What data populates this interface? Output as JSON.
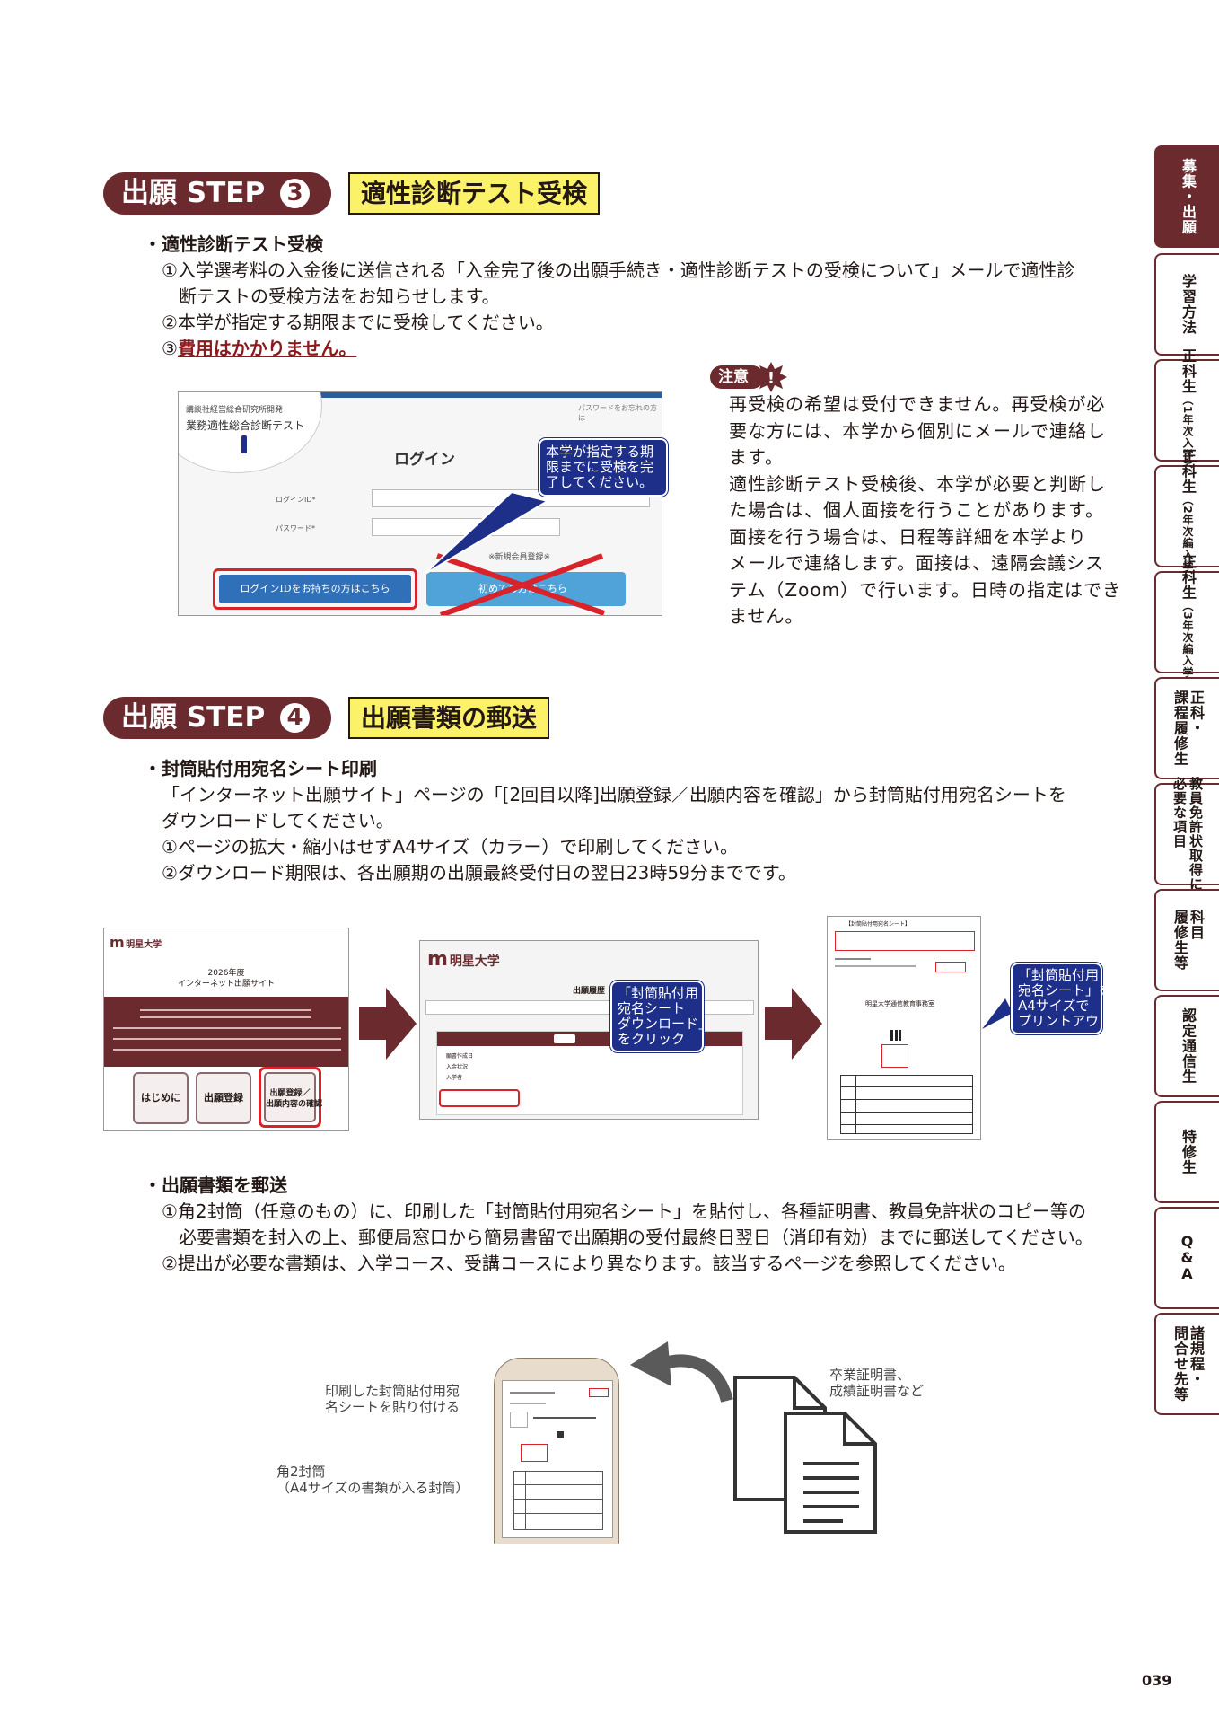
{
  "step3": {
    "badge": "出願 STEP",
    "num": "3",
    "title": "適性診断テスト受検",
    "heading": "・適性診断テスト受検",
    "line1": "①入学選考料の入金後に送信される「入金完了後の出願手続き・適性診断テストの受検について」メールで適性診",
    "line1b": "断テストの受検方法をお知らせします。",
    "line2": "②本学が指定する期限までに受検してください。",
    "line3_prefix": "③",
    "line3_red": "費用はかかりません。",
    "login": {
      "org": "講談社経営総合研究所開発",
      "product": "業務適性総合診断テスト",
      "hint": "パスワードをお忘れの方は",
      "title": "ログイン",
      "id_label": "ログインID*",
      "pw_label": "パスワード*",
      "new_reg": "※新規会員登録※",
      "btn_have_id": "ログインIDをお持ちの方はこちら",
      "btn_first": "初めての方はこちら"
    },
    "callout": "本学が指定する期\n限までに受検を完\n了してください。",
    "caution_tag": "注意",
    "caution_lines": [
      "再受検の希望は受付できません。再受検が必",
      "要な方には、本学から個別にメールで連絡し",
      "ます。",
      "適性診断テスト受検後、本学が必要と判断し",
      "た場合は、個人面接を行うことがあります。",
      "面接を行う場合は、日程等詳細を本学より",
      "メールで連絡します。面接は、遠隔会議シス",
      "テム（Zoom）で行います。日時の指定はでき",
      "ません。"
    ]
  },
  "step4": {
    "badge": "出願 STEP",
    "num": "4",
    "title": "出願書類の郵送",
    "heading1": "・封筒貼付用宛名シート印刷",
    "lines1": [
      "「インターネット出願サイト」ページの「[2回目以降]出願登録／出願内容を確認」から封筒貼付用宛名シートを",
      "ダウンロードしてください。",
      "①ページの拡大・縮小はせずA4サイズ（カラー）で印刷してください。",
      "②ダウンロード期限は、各出願期の出願最終受付日の翌日23時59分までです。"
    ],
    "shot1": {
      "logo": "明星大学",
      "year": "2026年度",
      "site": "インターネット出願サイト",
      "btn_a": "はじめに",
      "btn_b": "出願登録",
      "btn_c": "出願登録／\n出願内容の確認"
    },
    "shot2": {
      "logo": "明星大学",
      "header": "出願履歴",
      "rows": [
        "願書作成日",
        "入金状況",
        "入学者"
      ]
    },
    "callout_mid": "「封筒貼付用\n宛名シート\nダウンロード」\nをクリック",
    "shot3": {
      "title": "【封筒貼付用宛名シート】",
      "addressee": "明星大学通信教育事務室"
    },
    "callout_right": "「封筒貼付用\n宛名シート」を\nA4サイズで\nプリントアウト",
    "heading2": "・出願書類を郵送",
    "lines2": [
      "①角2封筒（任意のもの）に、印刷した「封筒貼付用宛名シート」を貼付し、各種証明書、教員免許状のコピー等の",
      "必要書類を封入の上、郵便局窓口から簡易書留で出願期の受付最終日翌日（消印有効）までに郵送してください。",
      "②提出が必要な書類は、入学コース、受講コースにより異なります。該当するページを参照してください。"
    ],
    "env_label1": "印刷した封筒貼付用宛\n名シートを貼り付ける",
    "env_label2": "角2封筒\n（A4サイズの書類が入る封筒）",
    "docs_label": "卒業証明書、\n成績証明書など"
  },
  "side_tabs": [
    {
      "label": "募集・出願",
      "sub": "",
      "active": true
    },
    {
      "label": "学習方法",
      "sub": "",
      "active": false
    },
    {
      "label": "正科生",
      "sub": "（1年次入学）",
      "active": false
    },
    {
      "label": "正科生",
      "sub": "（2年次編入学）",
      "active": false
    },
    {
      "label": "正科生",
      "sub": "（3年次編入学）",
      "active": false
    },
    {
      "label": "正科・\n課程履修生",
      "sub": "",
      "active": false
    },
    {
      "label": "教員免許状取得に\n必要な項目",
      "sub": "",
      "active": false
    },
    {
      "label": "科目\n履修生等",
      "sub": "",
      "active": false
    },
    {
      "label": "認定通信生",
      "sub": "",
      "active": false
    },
    {
      "label": "特修生",
      "sub": "",
      "active": false
    },
    {
      "label": "Q\n&\nA",
      "sub": "",
      "active": false
    },
    {
      "label": "諸規程・\n問合せ先等",
      "sub": "",
      "active": false
    }
  ],
  "page_number": "039",
  "colors": {
    "brand": "#6b2a2e",
    "highlight": "#fbf26a",
    "callout": "#1e2f8a",
    "alert": "#d8232a"
  }
}
